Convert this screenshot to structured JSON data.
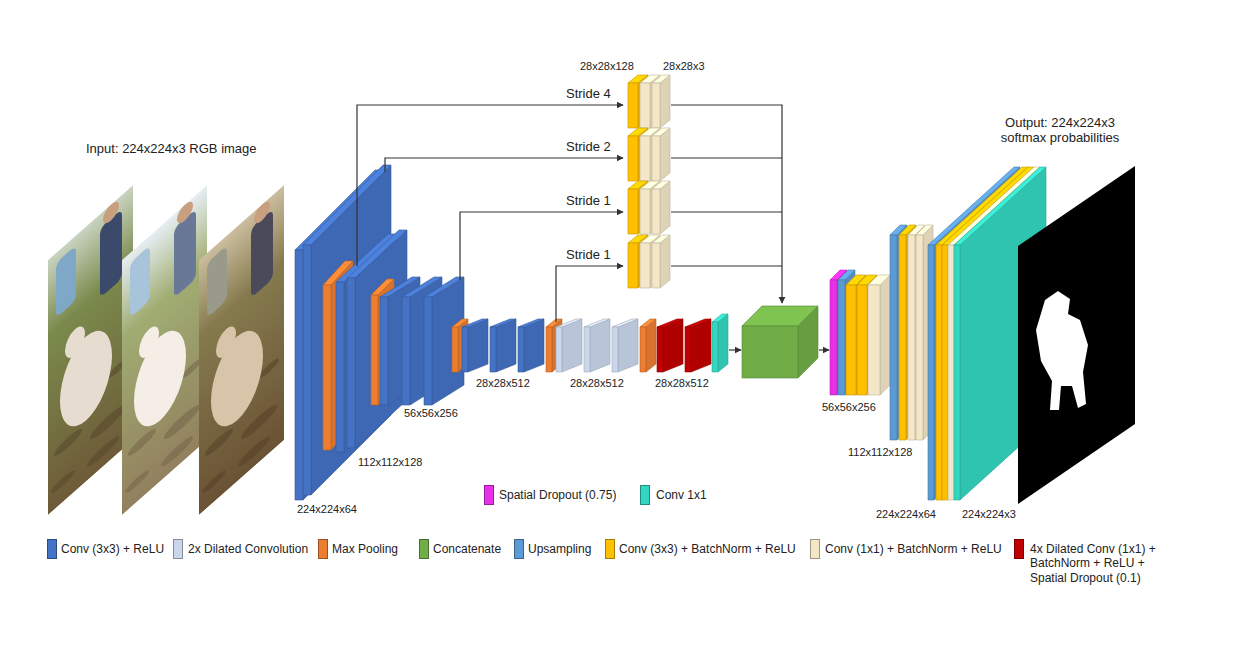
{
  "diagram": {
    "labels": [
      "Input: 224x224x3 RGB image",
      "28x28x128",
      "28x28x3",
      "Stride 4",
      "Stride 2",
      "Stride 1",
      "Stride 1",
      "Output: 224x224x3 softmax probabilities",
      "224x224x64",
      "112x112x128",
      "56x56x256",
      "28x28x512",
      "28x28x512",
      "28x28x512",
      "56x56x256",
      "112x112x128",
      "224x224x64",
      "224x224x3"
    ],
    "legend": [
      {
        "text": "Spatial Dropout (0.75)",
        "color": "#e830e8"
      },
      {
        "text": "Conv 1x1",
        "color": "#33d6c0"
      },
      {
        "text": "Conv (3x3) + ReLU",
        "color": "#4472c4"
      },
      {
        "text": "2x Dilated Convolution",
        "color": "#c9d6ec"
      },
      {
        "text": "Max Pooling",
        "color": "#ed7d31"
      },
      {
        "text": "Concatenate",
        "color": "#70ad47"
      },
      {
        "text": "Upsampling",
        "color": "#5b9bd5"
      },
      {
        "text": "Conv (3x3) + BatchNorm + ReLU",
        "color": "#ffc000"
      },
      {
        "text": "Conv (1x1) + BatchNorm + ReLU",
        "color": "#f3e7c7"
      },
      {
        "text": "4x Dilated Conv (1x1) + BatchNorm + ReLU + Spatial Dropout (0.1)",
        "color": "#c00000"
      }
    ]
  }
}
